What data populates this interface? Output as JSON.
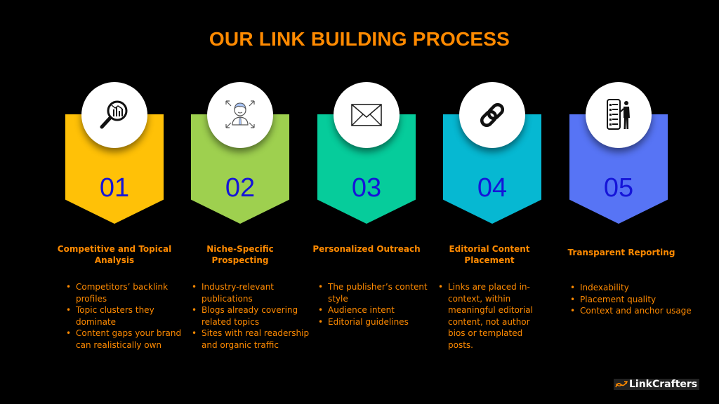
{
  "title": "OUR LINK BUILDING PROCESS",
  "accent_color": "#ff8a00",
  "number_color": "#1515d8",
  "steps": [
    {
      "number": "01",
      "color": "#ffc107",
      "icon": "magnifier-chart-icon",
      "heading": "Competitive and Topical Analysis",
      "items": [
        "Competitors’ backlink profiles",
        "Topic clusters they dominate",
        "Content gaps your brand can realistically own"
      ]
    },
    {
      "number": "02",
      "color": "#9ed04f",
      "icon": "person-arrows-icon",
      "heading": "Niche-Specific Prospecting",
      "items": [
        "Industry-relevant publications",
        "Blogs already covering related topics",
        "Sites with real readership and organic traffic"
      ]
    },
    {
      "number": "03",
      "color": "#06cc9b",
      "icon": "envelope-icon",
      "heading": "Personalized Outreach",
      "items": [
        "The publisher’s content style",
        "Audience intent",
        "Editorial guidelines"
      ]
    },
    {
      "number": "04",
      "color": "#06b8d2",
      "icon": "chain-link-icon",
      "heading": "Editorial Content Placement",
      "items": [
        "Links are placed in-context, within meaningful editorial content, not author bios or templated posts."
      ]
    },
    {
      "number": "05",
      "color": "#5774f5",
      "icon": "report-phone-person-icon",
      "heading": "Transparent Reporting",
      "items": [
        "Indexability",
        "Placement quality",
        "Context and anchor usage"
      ]
    }
  ],
  "logo": {
    "text": "LinkCrafters",
    "icon": "linkcrafters-logo-icon"
  }
}
